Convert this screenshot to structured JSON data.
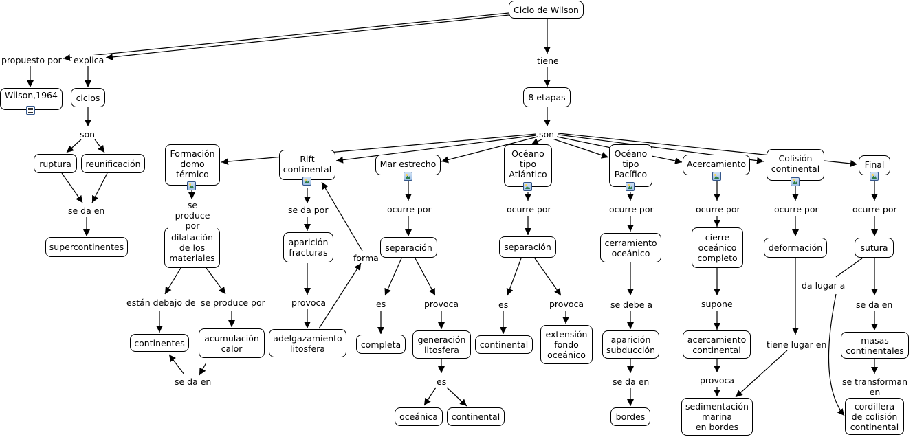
{
  "concepts": {
    "ciclo_wilson": "Ciclo de Wilson",
    "wilson_1964": "Wilson,1964",
    "ciclos": "ciclos",
    "ruptura": "ruptura",
    "reunificacion": "reunificación",
    "supercontinentes": "supercontinentes",
    "ocho_etapas": "8 etapas",
    "formacion_domo": "Formación\ndomo\ntérmico",
    "rift": "Rift\ncontinental",
    "mar_estrecho": "Mar estrecho",
    "oceano_atlantico": "Océano\ntipo\nAtlántico",
    "oceano_pacifico": "Océano\ntipo\nPacífico",
    "acercamiento": "Acercamiento",
    "colision": "Colisión\ncontinental",
    "final": "Final",
    "dilatacion": "dilatación\nde los\nmateriales",
    "continentes": "continentes",
    "acumulacion_calor": "acumulación\ncalor",
    "aparicion_fracturas": "aparición\nfracturas",
    "adelgazamiento": "adelgazamiento\nlitosfera",
    "separacion_1": "separación",
    "completa": "completa",
    "generacion_litosfera": "generación\nlitosfera",
    "oceanica": "oceánica",
    "continental_1": "continental",
    "separacion_2": "separación",
    "continental_2": "continental",
    "extension_fondo": "extensión\nfondo\noceánico",
    "cerramiento": "cerramiento\noceánico",
    "aparicion_subduccion": "aparición\nsubducción",
    "bordes": "bordes",
    "cierre_completo": "cierre\noceánico\ncompleto",
    "acercamiento_continental": "acercamiento\ncontinental",
    "sedimentacion": "sedimentación\nmarina\nen bordes",
    "deformacion": "deformación",
    "sutura": "sutura",
    "masas_continentales": "masas\ncontinentales",
    "cordillera": "cordillera\nde colisión\ncontinental"
  },
  "links": {
    "propuesto_por": "propuesto por",
    "explica": "explica",
    "son_1": "son",
    "se_da_en_1": "se da en",
    "tiene": "tiene",
    "son_2": "son",
    "se_produce_por_1": "se produce\npor",
    "estan_debajo": "están debajo de",
    "se_produce_por_2": "se produce por",
    "se_da_en_2": "se da en",
    "se_da_por": "se da por",
    "provoca_1": "provoca",
    "forma": "forma",
    "ocurre_por_1": "ocurre por",
    "es_1": "es",
    "provoca_2": "provoca",
    "es_2": "es",
    "ocurre_por_2": "ocurre por",
    "es_3": "es",
    "provoca_3": "provoca",
    "ocurre_por_3": "ocurre por",
    "se_debe_a": "se debe a",
    "se_da_en_3": "se da en",
    "ocurre_por_4": "ocurre por",
    "supone": "supone",
    "provoca_4": "provoca",
    "ocurre_por_5": "ocurre por",
    "tiene_lugar_en": "tiene lugar en",
    "ocurre_por_6": "ocurre por",
    "da_lugar_a": "da lugar a",
    "se_da_en_4": "se da en",
    "se_transforman_en": "se transforman en"
  },
  "icons": {
    "image_resource": "image-resource-icon",
    "document_resource": "document-resource-icon"
  },
  "colors": {
    "line": "#000000",
    "node_border": "#000000",
    "background": "#ffffff"
  }
}
